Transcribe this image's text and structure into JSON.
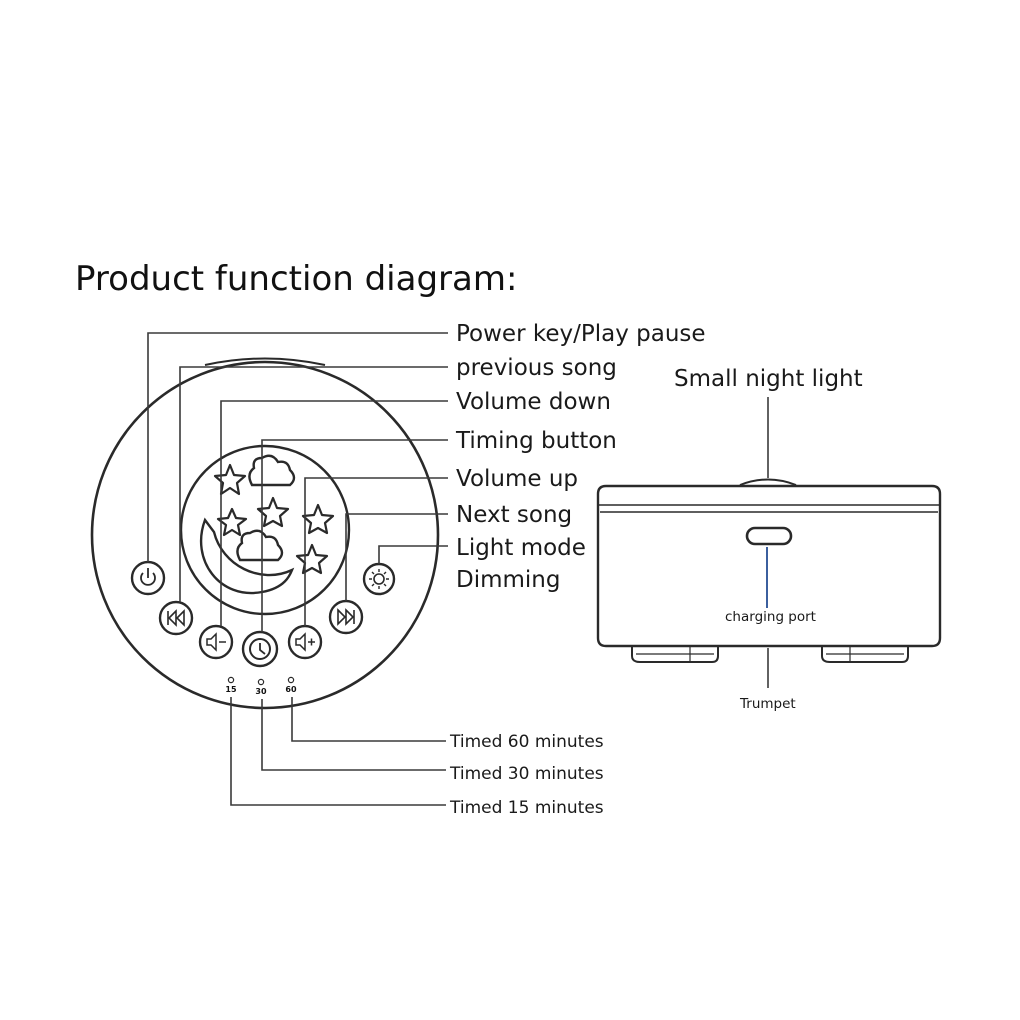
{
  "title": "Product function diagram:",
  "callouts": {
    "power": "Power key/Play pause",
    "previous": "previous song",
    "volume_down": "Volume down",
    "timing": "Timing button",
    "volume_up": "Volume up",
    "next": "Next song",
    "light_mode": "Light mode",
    "dimming": "Dimming"
  },
  "timer": {
    "t15_label": "Timed 15 minutes",
    "t30_label": "Timed 30 minutes",
    "t60_label": "Timed 60 minutes",
    "tick_15": "15",
    "tick_30": "30",
    "tick_60": "60"
  },
  "side_view": {
    "night_light": "Small night light",
    "charging_port": "charging port",
    "trumpet": "Trumpet"
  },
  "colors": {
    "line": "#2a2a2a",
    "port_indicator": "#3b5f9e"
  }
}
